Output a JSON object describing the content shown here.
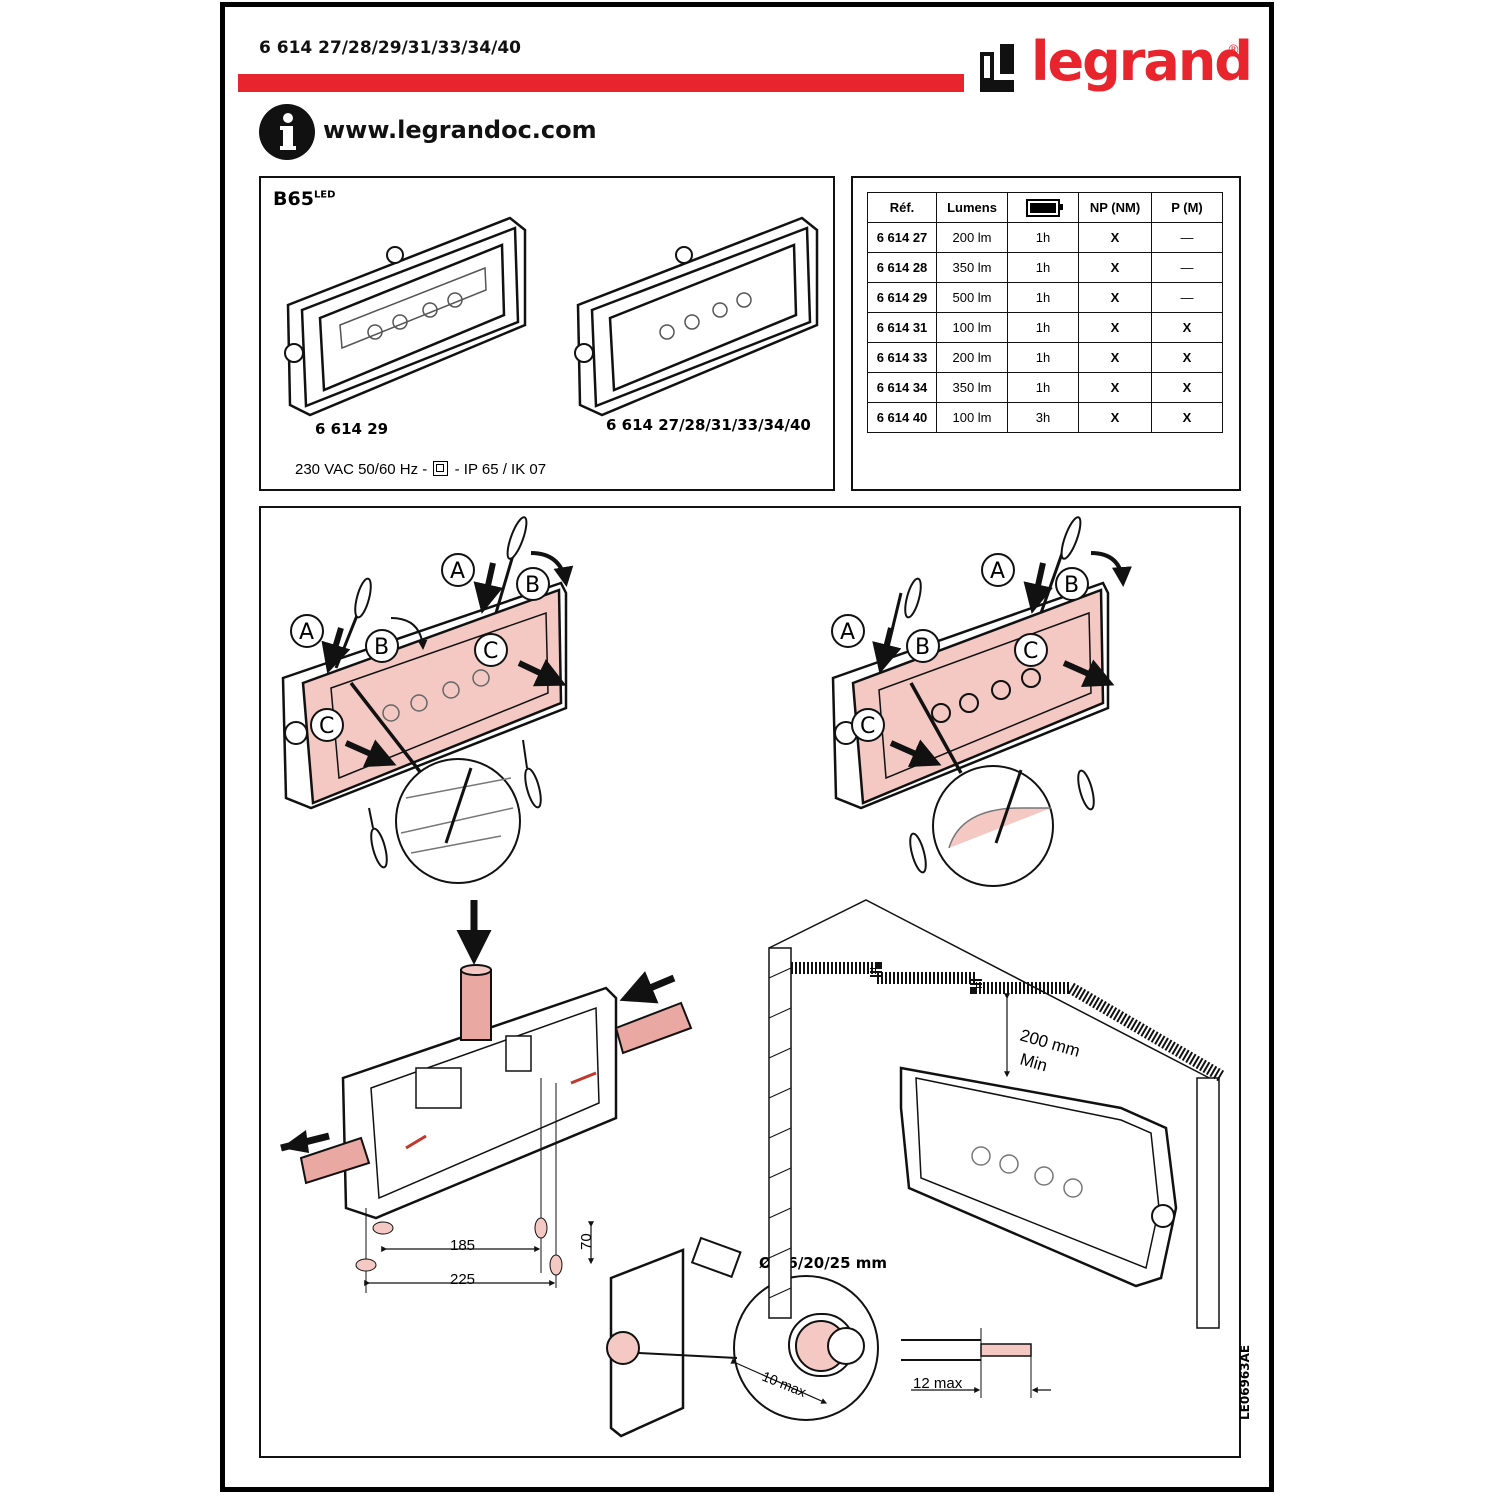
{
  "header": {
    "references": "6 614 27/28/29/31/33/34/40",
    "brand": "legrand",
    "reg_mark": "®",
    "website": "www.legrandoc.com"
  },
  "product": {
    "name": "B65",
    "name_sup": "LED",
    "variant_a_label": "6 614 29",
    "variant_b_label": "6 614 27/28/31/33/34/40",
    "spec_prefix": "230 VAC 50/60 Hz -",
    "spec_suffix": "- IP 65 / IK 07"
  },
  "table": {
    "headers": [
      "Réf.",
      "Lumens",
      "",
      "NP (NM)",
      "P (M)"
    ],
    "rows": [
      [
        "6 614 27",
        "200 lm",
        "1h",
        "X",
        "—"
      ],
      [
        "6 614 28",
        "350 lm",
        "1h",
        "X",
        "—"
      ],
      [
        "6 614 29",
        "500 lm",
        "1h",
        "X",
        "—"
      ],
      [
        "6 614 31",
        "100 lm",
        "1h",
        "X",
        "X"
      ],
      [
        "6 614 33",
        "200 lm",
        "1h",
        "X",
        "X"
      ],
      [
        "6 614 34",
        "350 lm",
        "1h",
        "X",
        "X"
      ],
      [
        "6 614 40",
        "100 lm",
        "3h",
        "X",
        "X"
      ]
    ]
  },
  "instructions": {
    "callout_a": "A",
    "callout_b": "B",
    "callout_c": "C",
    "dim_185": "185",
    "dim_225": "225",
    "dim_70": "70",
    "conduit": "Ø 16/20/25 mm",
    "ceiling_gap": "200 mm",
    "ceiling_min": "Min",
    "strip_max": "12 max",
    "gland_max": "10 max"
  },
  "doc_code": "LE06963AE",
  "colors": {
    "brand_red": "#e8242c",
    "diffuser_pink": "#f4c9c4",
    "conduit_pink": "#e9a8a2"
  }
}
